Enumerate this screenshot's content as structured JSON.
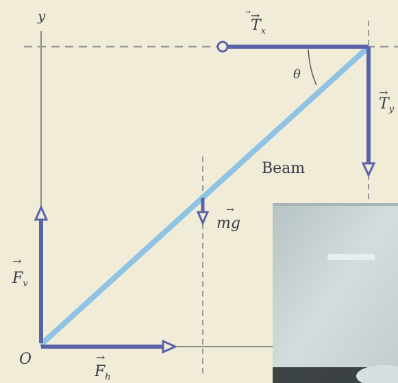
{
  "diagram": {
    "axis_y_label": "y",
    "origin_label": "O",
    "angle_label": "θ",
    "beam_label": "Beam",
    "forces": {
      "Tx": {
        "symbol": "T",
        "subscript": "x"
      },
      "Ty": {
        "symbol": "T",
        "subscript": "y"
      },
      "Fv": {
        "symbol": "F",
        "subscript": "v"
      },
      "Fh": {
        "symbol": "F",
        "subscript": "h"
      },
      "mg": {
        "symbol": "mg",
        "subscript": ""
      }
    }
  },
  "colors": {
    "background": "#f1ecd8",
    "force_vector": "#5a63a8",
    "beam": "#8ec3e3",
    "guide_line": "#9a9a9a",
    "axis": "#8a8a8a",
    "photo_overlay": "#cfd8d9"
  }
}
